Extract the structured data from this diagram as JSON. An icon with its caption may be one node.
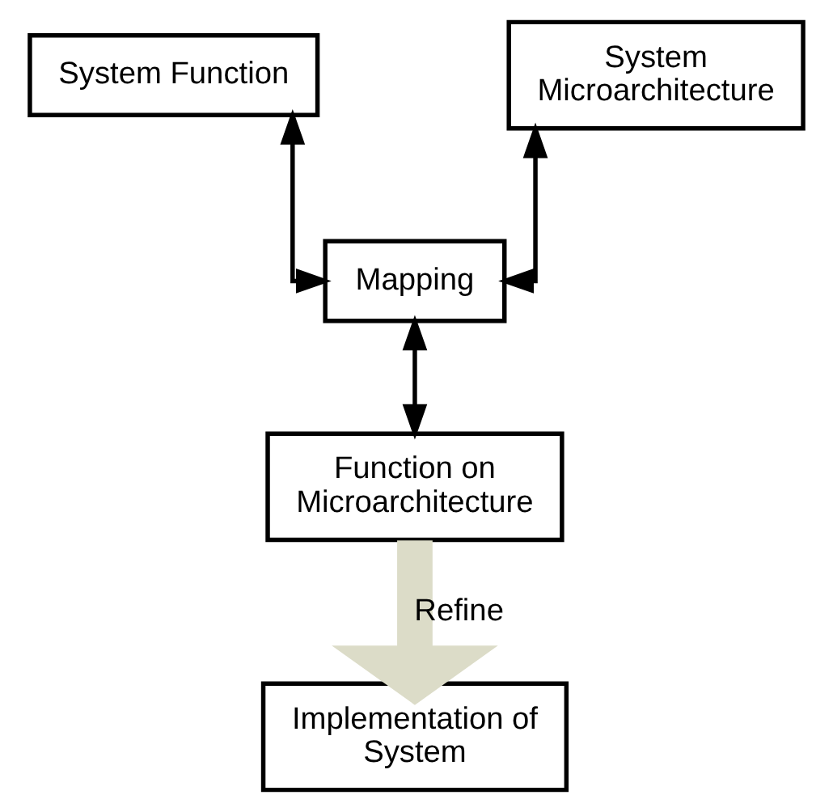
{
  "diagram": {
    "nodes": [
      {
        "text": [
          "System Function"
        ]
      },
      {
        "text": [
          "System Microarchitecture"
        ]
      },
      {
        "text": [
          "Mapping"
        ]
      },
      {
        "text": [
          "Function on Microarchitecture"
        ]
      },
      {
        "text": [
          "Implementation of System"
        ]
      }
    ],
    "edges": [
      {
        "from": 0,
        "to": 2,
        "arrow": "both"
      },
      {
        "from": 1,
        "to": 2,
        "arrow": "both"
      },
      {
        "from": 2,
        "to": 3,
        "arrow": "both"
      },
      {
        "from": 3,
        "to": 4,
        "arrow": "to",
        "label": "Refine",
        "style": "thick",
        "color": "#dcdcc8"
      }
    ]
  }
}
